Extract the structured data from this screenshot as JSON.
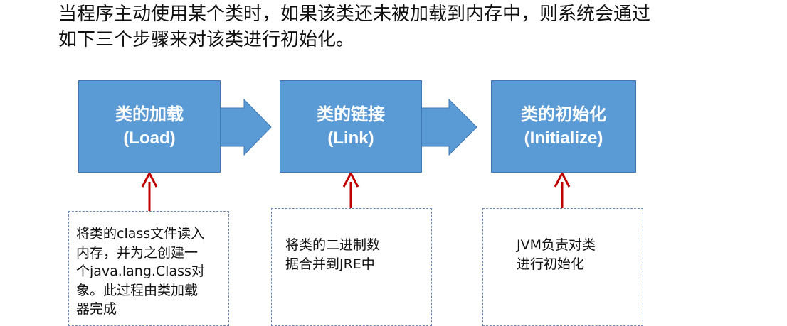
{
  "intro": {
    "line1": "当程序主动使用某个类时，如果该类还未被加载到内存中，则系统会通过",
    "line2": "如下三个步骤来对该类进行初始化。"
  },
  "stages": {
    "load": {
      "cn": "类的加载",
      "en": "(Load)"
    },
    "link": {
      "cn": "类的链接",
      "en": "(Link)"
    },
    "init": {
      "cn": "类的初始化",
      "en": "(Initialize)"
    }
  },
  "notes": {
    "load": {
      "lines": [
        "将类的class文件读入",
        "内存，并为之创建一",
        "个java.lang.Class对",
        "象。此过程由类加载",
        "器完成"
      ]
    },
    "link": {
      "lines": [
        "将类的二进制数",
        "据合并到JRE中"
      ]
    },
    "init": {
      "lines": [
        "JVM负责对类",
        "进行初始化"
      ]
    }
  },
  "colors": {
    "box_fill": "#5b9bd5",
    "box_border": "#3f7ab5",
    "box_text": "#ffffff",
    "red_arrow": "#c00000",
    "note_border": "#6d8bb3"
  }
}
